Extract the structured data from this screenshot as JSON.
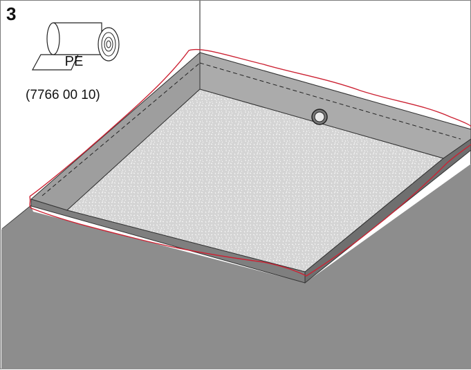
{
  "step": {
    "number": "3"
  },
  "material": {
    "label": "PE",
    "article_number": "(7766 00 10)",
    "icon": "membrane-roll-icon"
  },
  "colors": {
    "floor": "#8d8d8d",
    "wall_face": "#9a9a9a",
    "tray_side": "#a4a4a4",
    "screed_fill": "#d9d9d9",
    "membrane_outline": "#cc2233"
  }
}
